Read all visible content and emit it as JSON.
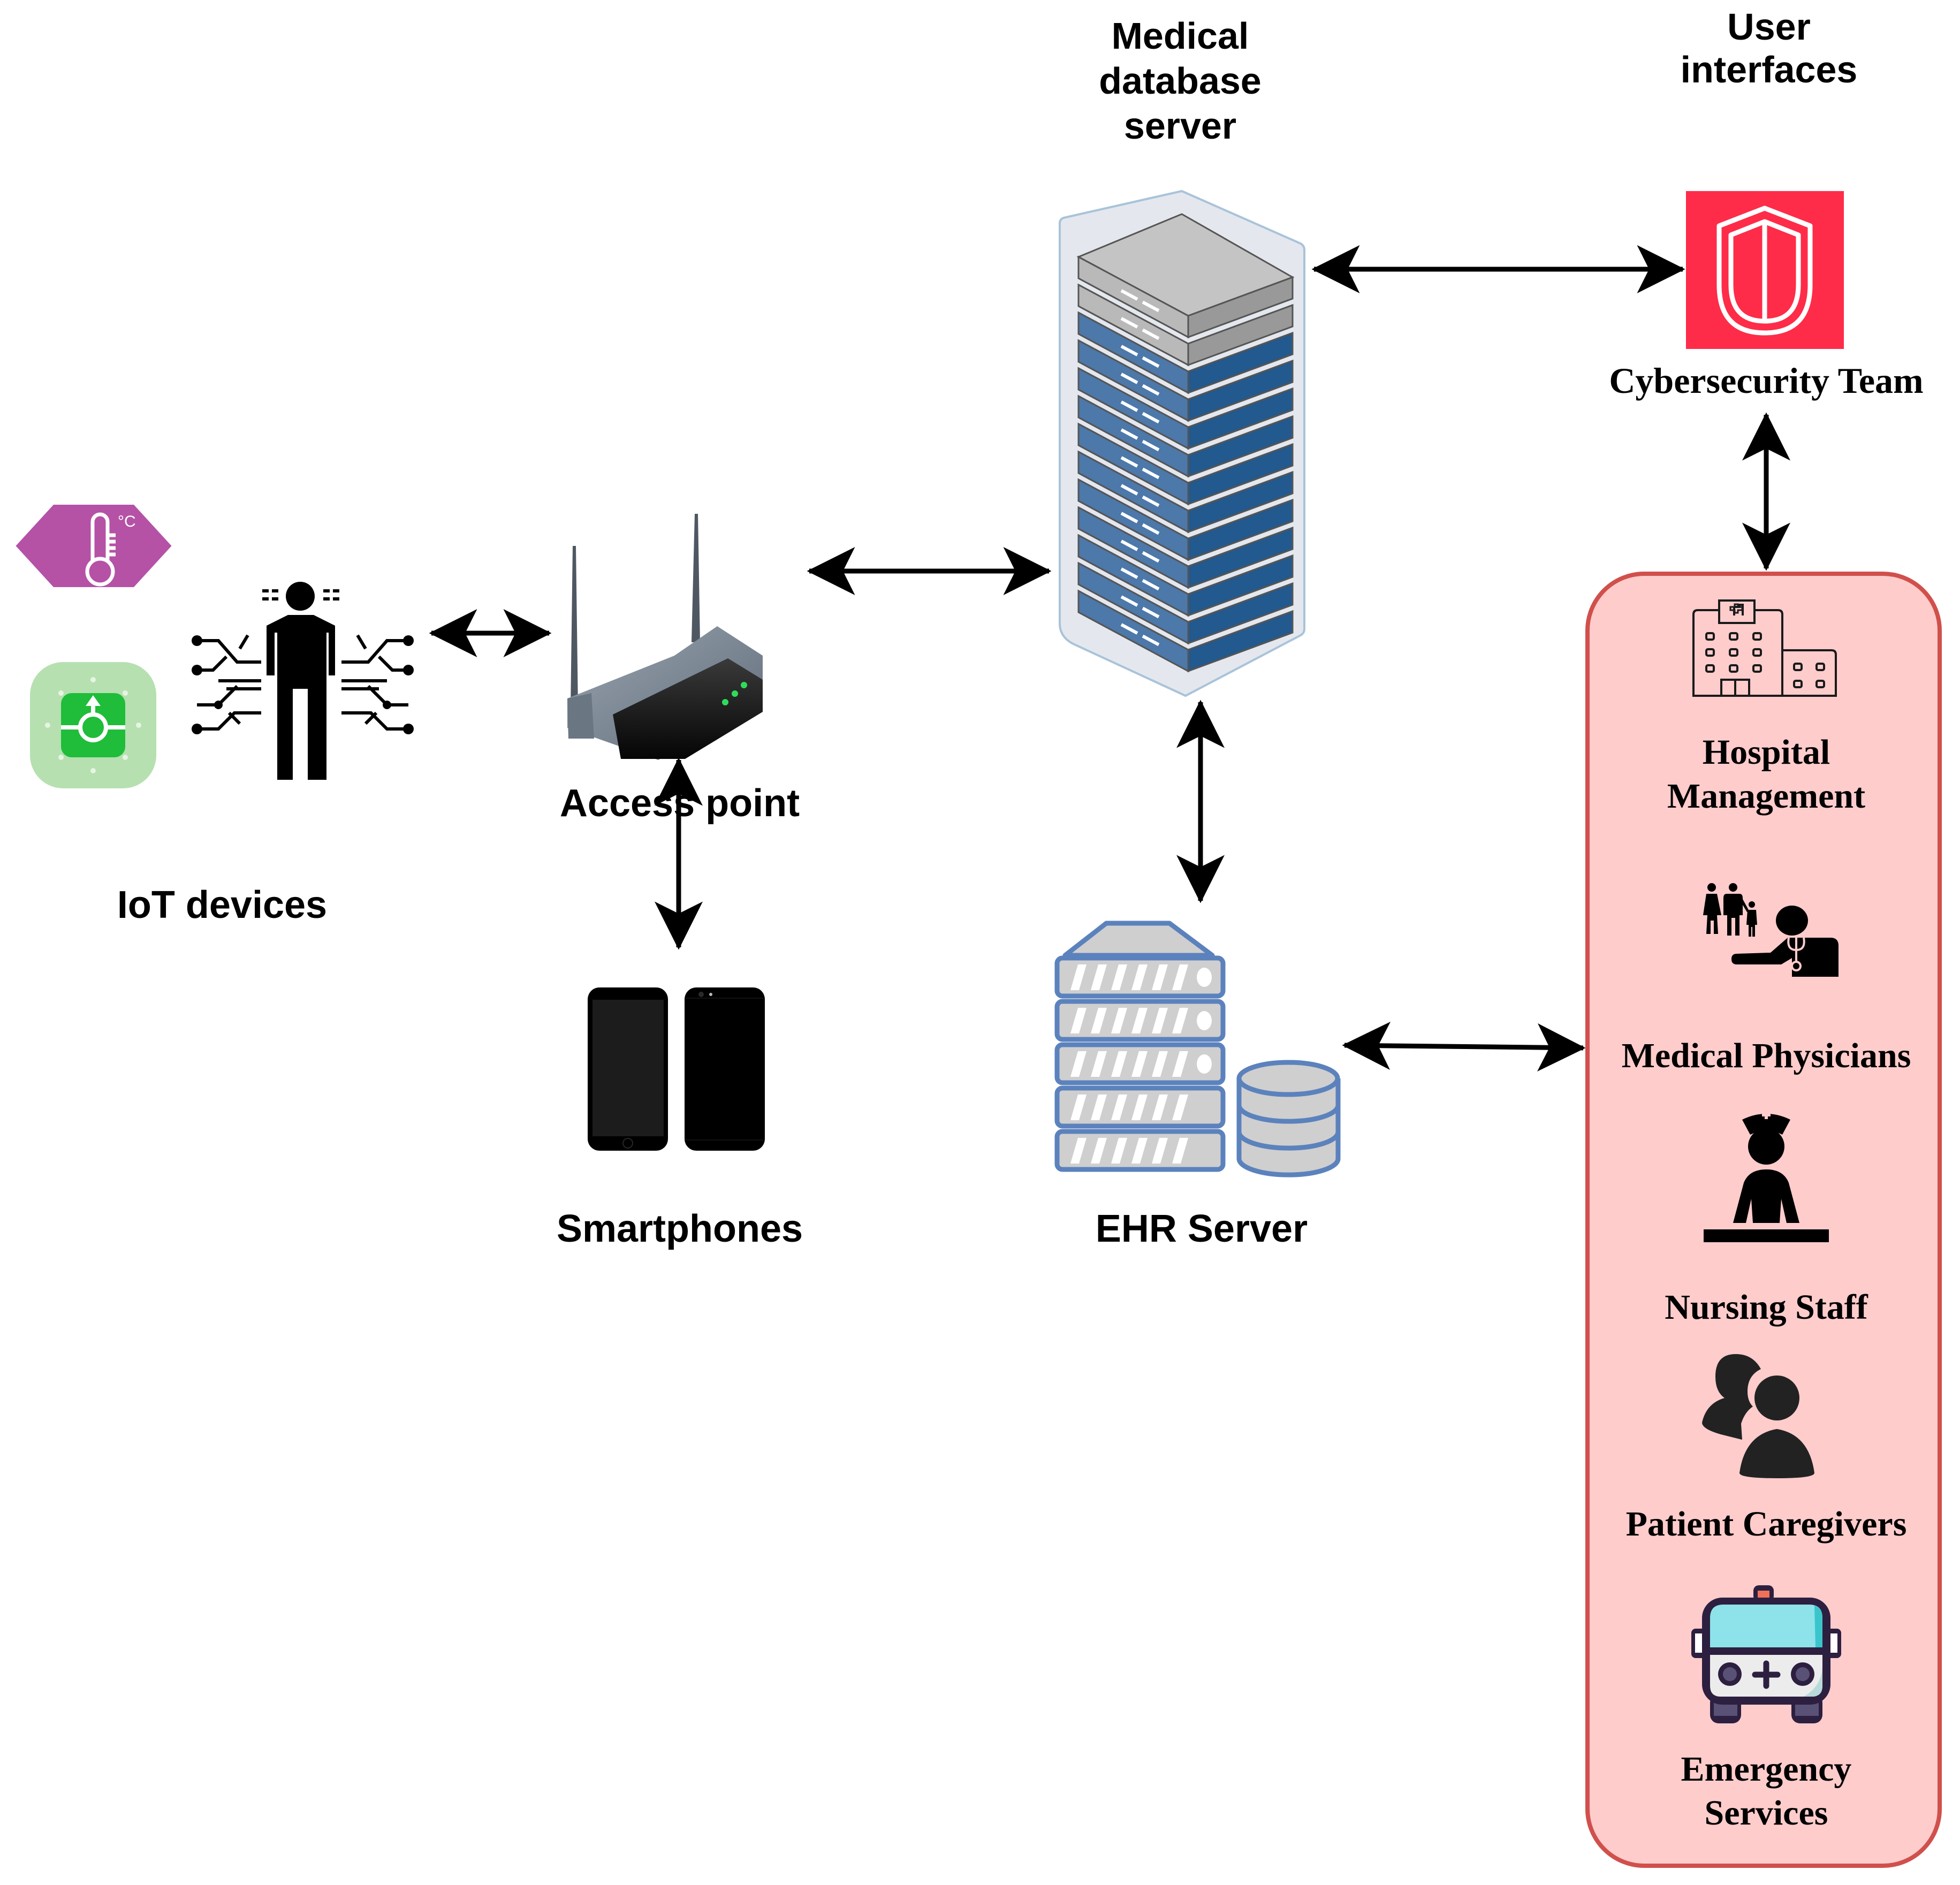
{
  "diagram": {
    "type": "architecture",
    "title": "Healthcare IoT network architecture"
  },
  "nodes": {
    "iot": {
      "label": "IoT devices",
      "icons": [
        "thermometer-celsius-sensor",
        "green-iot-sensor",
        "connected-person"
      ]
    },
    "access_point": {
      "label": "Access point",
      "icon": "wireless-router"
    },
    "smartphones": {
      "label": "Smartphones",
      "icon": "smartphones"
    },
    "db_server": {
      "label_lines": [
        "Medical",
        "database",
        "server"
      ],
      "icon": "server-rack"
    },
    "ehr_server": {
      "label": "EHR Server",
      "icon": "server-with-database"
    },
    "cybersecurity": {
      "label": "Cybersecurity Team",
      "icon": "shield"
    },
    "user_interfaces": {
      "header_lines": [
        "User",
        "interfaces"
      ],
      "items": [
        {
          "label_lines": [
            "Hospital",
            "Management"
          ],
          "icon": "hospital-building"
        },
        {
          "label_lines": [
            "Medical Physicians"
          ],
          "icon": "doctor-with-family"
        },
        {
          "label_lines": [
            "Nursing Staff"
          ],
          "icon": "nurse"
        },
        {
          "label_lines": [
            "Patient Caregivers"
          ],
          "icon": "two-people"
        },
        {
          "label_lines": [
            "Emergency",
            "Services"
          ],
          "icon": "ambulance"
        }
      ]
    }
  },
  "edges": [
    {
      "from": "iot",
      "to": "access_point",
      "direction": "bidirectional"
    },
    {
      "from": "access_point",
      "to": "db_server",
      "direction": "bidirectional"
    },
    {
      "from": "access_point",
      "to": "smartphones",
      "direction": "bidirectional"
    },
    {
      "from": "db_server",
      "to": "cybersecurity",
      "direction": "bidirectional"
    },
    {
      "from": "db_server",
      "to": "ehr_server",
      "direction": "bidirectional"
    },
    {
      "from": "cybersecurity",
      "to": "user_interfaces",
      "direction": "bidirectional"
    },
    {
      "from": "ehr_server",
      "to": "user_interfaces",
      "direction": "bidirectional"
    }
  ],
  "colors": {
    "panel_fill": "#ffcccc",
    "panel_border": "#d0504c",
    "cyber_red": "#fe2c49",
    "server_blue": "#3e6ea3",
    "ehr_outline": "#5b82bd",
    "ehr_fill": "#cfcfcf",
    "thermo_purple": "#b552a6",
    "sensor_green": "#1fbd3a",
    "sensor_green_light": "#b6e0b0"
  }
}
